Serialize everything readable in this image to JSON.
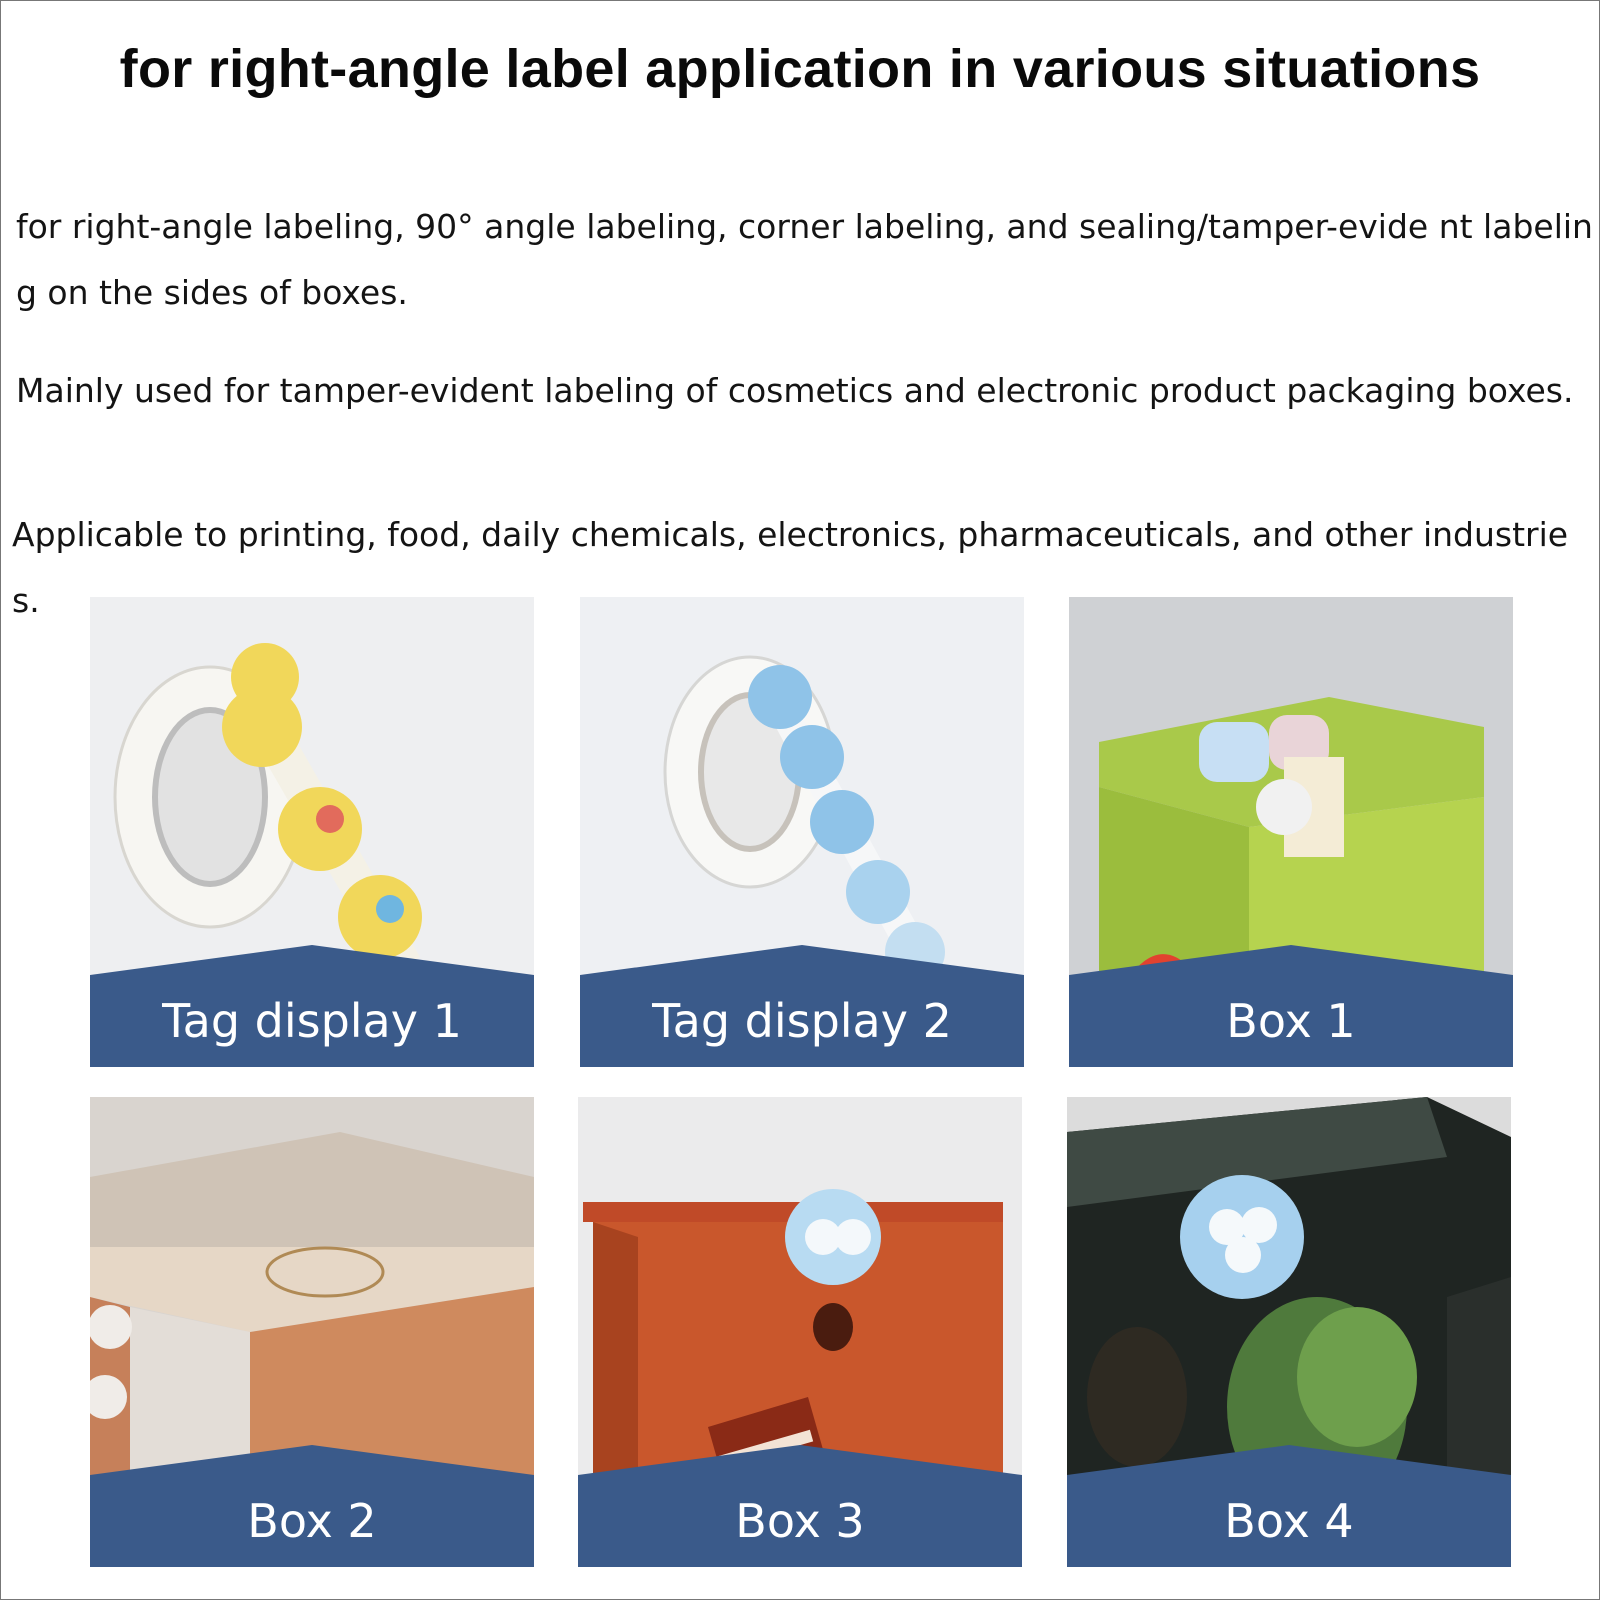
{
  "page": {
    "title": "for right-angle label application in various situations",
    "paragraphs": [
      "for right-angle labeling, 90° angle labeling, corner labeling, and sealing/tamper-evide nt labeling on the sides of boxes.",
      "Mainly used for tamper-evident labeling of cosmetics and electronic product packaging boxes.",
      "Applicable to printing, food, daily chemicals, electronics, pharmaceuticals, and other industries."
    ]
  },
  "gallery": {
    "items": [
      {
        "caption": "Tag display 1",
        "photo": "yellow-label-roll"
      },
      {
        "caption": "Tag display 2",
        "photo": "blue-label-roll"
      },
      {
        "caption": "Box 1",
        "photo": "green-box-sealed"
      },
      {
        "caption": "Box 2",
        "photo": "copper-box-sealed"
      },
      {
        "caption": "Box 3",
        "photo": "orange-box-sealed"
      },
      {
        "caption": "Box 4",
        "photo": "black-pouch-sealed"
      }
    ],
    "banner_color": "#3a5a8a"
  }
}
